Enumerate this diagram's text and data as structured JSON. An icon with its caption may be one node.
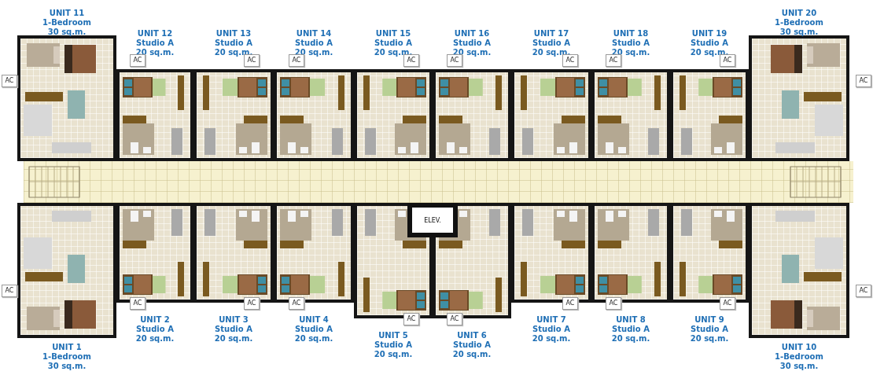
{
  "diagram": {
    "nodes": [
      {
        "text": [
          "UNIT 11",
          "1-Bedroom",
          "30 sq.m."
        ]
      },
      {
        "text": [
          "UNIT 12",
          "Studio A",
          "20 sq.m."
        ]
      },
      {
        "text": [
          "UNIT 13",
          "Studio A",
          "20 sq.m."
        ]
      },
      {
        "text": [
          "UNIT 14",
          "Studio A",
          "20 sq.m."
        ]
      },
      {
        "text": [
          "UNIT 15",
          "Studio A",
          "20 sq.m."
        ]
      },
      {
        "text": [
          "UNIT 16",
          "Studio A",
          "20 sq.m."
        ]
      },
      {
        "text": [
          "UNIT 17",
          "Studio A",
          "20 sq.m."
        ]
      },
      {
        "text": [
          "UNIT 18",
          "Studio A",
          "20 sq.m."
        ]
      },
      {
        "text": [
          "UNIT 19",
          "Studio A",
          "20 sq.m."
        ]
      },
      {
        "text": [
          "UNIT 20",
          "1-Bedroom",
          "30 sq.m."
        ]
      },
      {
        "text": [
          "AC"
        ]
      },
      {
        "text": [
          "AC"
        ]
      },
      {
        "text": [
          "AC"
        ]
      },
      {
        "text": [
          "AC"
        ]
      },
      {
        "text": [
          "AC"
        ]
      },
      {
        "text": [
          "AC"
        ]
      },
      {
        "text": [
          "AC"
        ]
      },
      {
        "text": [
          "AC"
        ]
      },
      {
        "text": [
          "AC"
        ]
      },
      {
        "text": [
          "AC"
        ]
      },
      {
        "text": [
          "ELEV."
        ]
      },
      {
        "text": [
          "UNIT 1",
          "1-Bedroom",
          "30 sq.m."
        ]
      },
      {
        "text": [
          "UNIT 2",
          "Studio A",
          "20 sq.m."
        ]
      },
      {
        "text": [
          "UNIT 3",
          "Studio A",
          "20 sq.m."
        ]
      },
      {
        "text": [
          "UNIT 4",
          "Studio A",
          "20 sq.m."
        ]
      },
      {
        "text": [
          "UNIT 5",
          "Studio A",
          "20 sq.m."
        ]
      },
      {
        "text": [
          "UNIT 6",
          "Studio A",
          "20 sq.m."
        ]
      },
      {
        "text": [
          "UNIT 7",
          "Studio A",
          "20 sq.m."
        ]
      },
      {
        "text": [
          "UNIT 8",
          "Studio A",
          "20 sq.m."
        ]
      },
      {
        "text": [
          "UNIT 9",
          "Studio A",
          "20 sq.m."
        ]
      },
      {
        "text": [
          "UNIT 10",
          "1-Bedroom",
          "30 sq.m."
        ]
      },
      {
        "text": [
          "AC"
        ]
      },
      {
        "text": [
          "AC"
        ]
      },
      {
        "text": [
          "AC"
        ]
      },
      {
        "text": [
          "AC"
        ]
      },
      {
        "text": [
          "AC"
        ]
      },
      {
        "text": [
          "AC"
        ]
      },
      {
        "text": [
          "AC"
        ]
      },
      {
        "text": [
          "AC"
        ]
      },
      {
        "text": [
          "AC"
        ]
      },
      {
        "text": [
          "AC"
        ]
      }
    ]
  }
}
